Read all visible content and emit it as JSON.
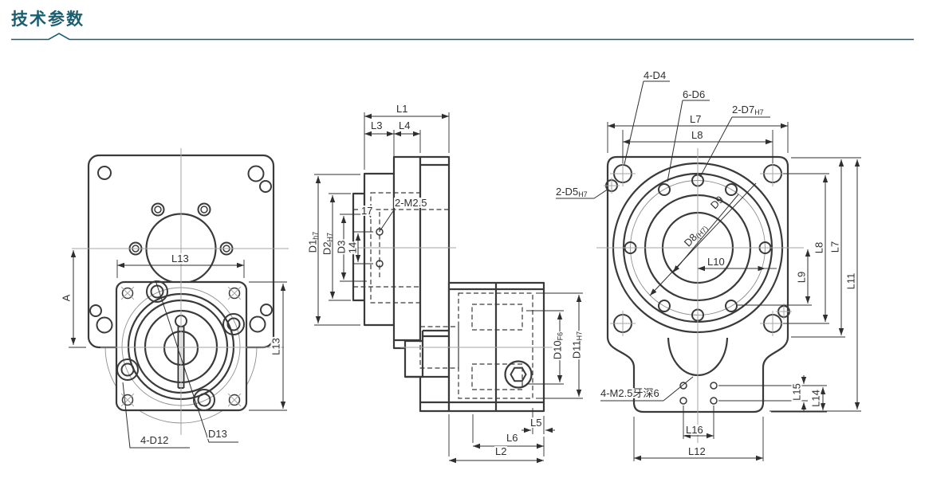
{
  "header": {
    "title": "技术参数",
    "accent_color": "#1b5e70"
  },
  "drawing": {
    "line_color": "#3a3a3a",
    "centerline_color": "#a6a6a6",
    "dims": {
      "L13h": {
        "t": "L13"
      },
      "A": {
        "t": "A"
      },
      "L13v": {
        "t": "L13"
      },
      "d4D12": {
        "t": "4-D12"
      },
      "D13": {
        "t": "D13"
      },
      "L1": {
        "t": "L1"
      },
      "L3": {
        "t": "L3"
      },
      "L4": {
        "t": "L4"
      },
      "m25": {
        "t": "2-M2.5"
      },
      "n17": {
        "t": "17"
      },
      "n14": {
        "t": "14"
      },
      "D1": {
        "main": "D1",
        "sub": "h7"
      },
      "D2": {
        "main": "D2",
        "sub": "H7"
      },
      "D3": {
        "t": "D3"
      },
      "D10": {
        "main": "D10",
        "sub": "F6"
      },
      "D11": {
        "main": "D11",
        "sub": "H7"
      },
      "L5": {
        "t": "L5"
      },
      "L6": {
        "t": "L6"
      },
      "L2": {
        "t": "L2"
      },
      "d4D4": {
        "t": "4-D4"
      },
      "d6D6": {
        "t": "6-D6"
      },
      "d2D7": {
        "main": "2-D7",
        "sub": "H7"
      },
      "d2D5": {
        "main": "2-D5",
        "sub": "H7"
      },
      "D9": {
        "t": "D9"
      },
      "D8": {
        "main": "D8",
        "sub": "(H7)"
      },
      "L10": {
        "t": "L10"
      },
      "L9": {
        "t": "L9"
      },
      "L8v": {
        "t": "L8"
      },
      "L7v": {
        "t": "L7"
      },
      "L11": {
        "t": "L11"
      },
      "L7h": {
        "t": "L7"
      },
      "L8h": {
        "t": "L8"
      },
      "m25deep": {
        "t": "4-M2.5牙深6"
      },
      "L15": {
        "t": "L15"
      },
      "L14": {
        "t": "L14"
      },
      "L16": {
        "t": "L16"
      },
      "L12": {
        "t": "L12"
      }
    }
  }
}
